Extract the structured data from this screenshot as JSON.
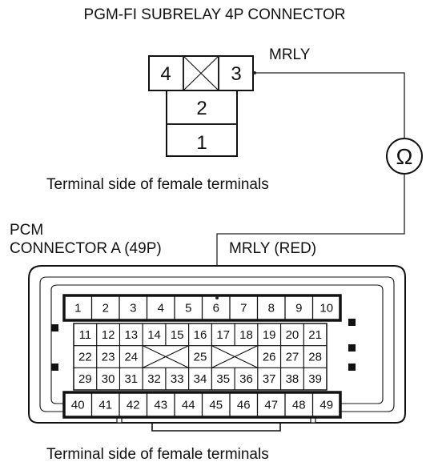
{
  "subrelay": {
    "title": "PGM-FI SUBRELAY 4P CONNECTOR",
    "pin_top_left": "4",
    "pin_top_right": "3",
    "pin_middle": "2",
    "pin_bottom": "1",
    "wire_label": "MRLY",
    "caption": "Terminal side of female terminals"
  },
  "meter": {
    "symbol": "Ω",
    "icon": "ohmmeter-icon"
  },
  "pcm": {
    "title_line1": "PCM",
    "title_line2": "CONNECTOR A (49P)",
    "wire_label": "MRLY (RED)",
    "caption": "Terminal side of female terminals",
    "row1": [
      "1",
      "2",
      "3",
      "4",
      "5",
      "6",
      "7",
      "8",
      "9",
      "10"
    ],
    "row2": [
      "11",
      "12",
      "13",
      "14",
      "15",
      "16",
      "17",
      "18",
      "19",
      "20",
      "21"
    ],
    "row3": [
      "22",
      "23",
      "24",
      "",
      "25",
      "",
      "26",
      "27",
      "28"
    ],
    "row4": [
      "29",
      "30",
      "31",
      "32",
      "33",
      "34",
      "35",
      "36",
      "37",
      "38",
      "39"
    ],
    "row5": [
      "40",
      "41",
      "42",
      "43",
      "44",
      "45",
      "46",
      "47",
      "48",
      "49"
    ]
  }
}
